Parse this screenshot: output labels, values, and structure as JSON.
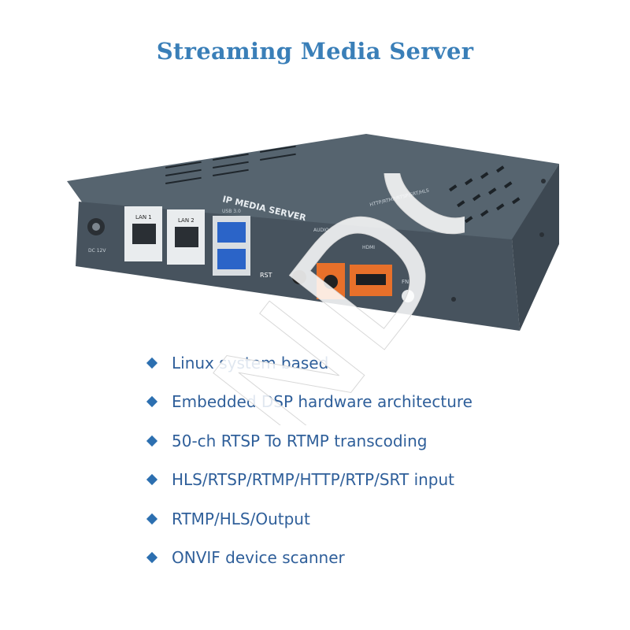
{
  "title": "Streaming Media Server",
  "device": {
    "brand_label": "IP MEDIA SERVER",
    "side_label": "HTTP/RTMP/RTSP/SRT/HLS",
    "ports": {
      "dc": "DC 12V",
      "lan1": "LAN 1",
      "lan2": "LAN 2",
      "usb": "USB 3.0",
      "rst": "RST",
      "audio": "AUDIO",
      "hdmi": "HDMI",
      "fn": "FN"
    }
  },
  "features": [
    "Linux system based",
    "Embedded DSP hardware architecture",
    "50-ch RTSP To RTMP transcoding",
    "HLS/RTSP/RTMP/HTTP/RTP/SRT input",
    "RTMP/HLS/Output",
    "ONVIF device scanner"
  ],
  "watermark": "NDC",
  "colors": {
    "title": "#3a7fb8",
    "bullet": "#2c6fb0",
    "feature_text": "#2f5f9a",
    "device_body": "#4a5968",
    "usb_blue": "#2b64c8",
    "orange_port": "#e8702a"
  }
}
